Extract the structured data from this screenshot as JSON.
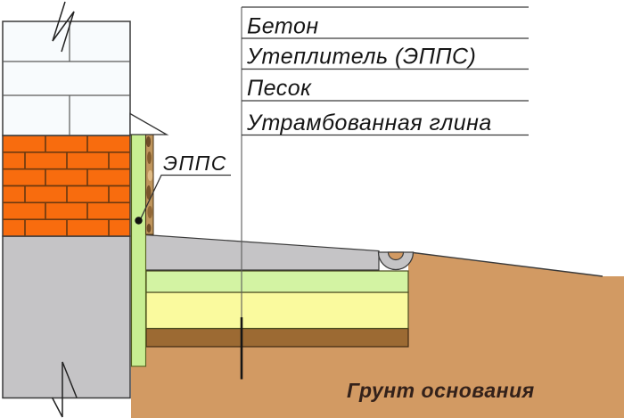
{
  "legend": {
    "items": [
      {
        "label": "Бетон"
      },
      {
        "label": "Утеплитель (ЭППС)"
      },
      {
        "label": "Песок"
      },
      {
        "label": "Утрамбованная глина"
      }
    ]
  },
  "callouts": {
    "epps_label": "ЭППС",
    "ground_label": "Грунт основания"
  },
  "colors": {
    "brick_orange": "#f86c0e",
    "mortar_brown": "#6e3a10",
    "block_white": "#f8fbfd",
    "insulation_green": "#c8ee92",
    "floor_insulation_green": "#d3f3a3",
    "sand_yellow": "#fafa9e",
    "clay_brown": "#9c6a33",
    "soil_tan": "#d29a63",
    "concrete_gray": "#c5c4c6",
    "wood_brown": "#bf955c",
    "line_dark": "#3a3a3a",
    "text_black": "#151515"
  }
}
